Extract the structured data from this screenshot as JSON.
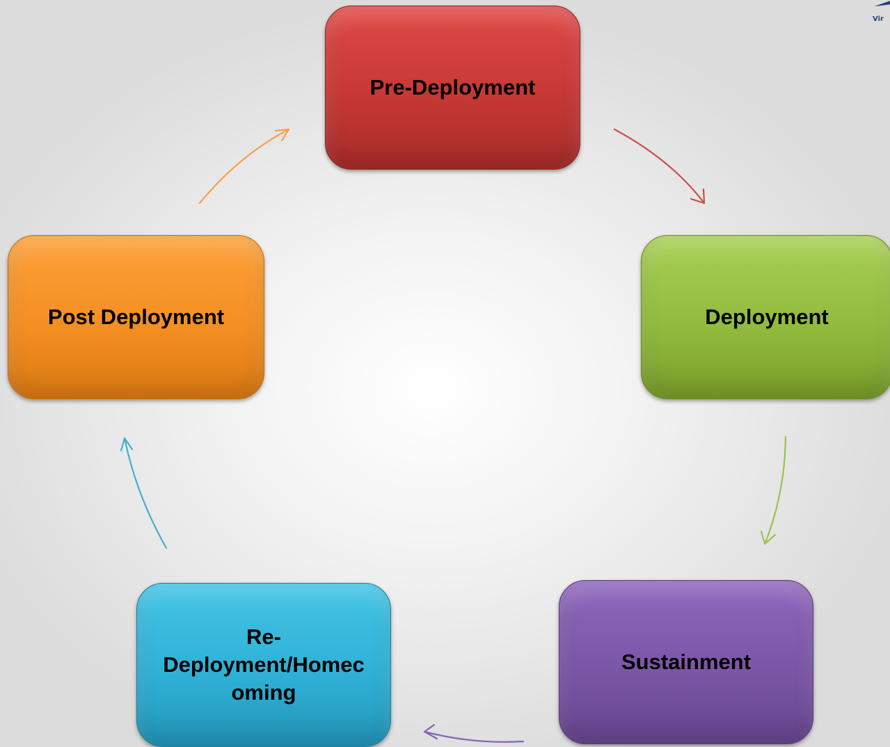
{
  "stages": {
    "pre_deployment": "Pre-Deployment",
    "deployment": "Deployment",
    "sustainment": "Sustainment",
    "redeployment_line1": "Re-",
    "redeployment_line2": "Deployment/Homec",
    "redeployment_line3": "oming",
    "post_deployment": "Post Deployment"
  },
  "logo": {
    "text": "Vir"
  },
  "colors": {
    "pre_deployment": "#c73834",
    "deployment": "#92bb3d",
    "sustainment": "#7b56a6",
    "redeployment": "#2fb1d6",
    "post_deployment": "#f48f22",
    "arrow_pre_to_deploy": "#c9504a",
    "arrow_deploy_to_sustain": "#9cc14f",
    "arrow_sustain_to_redeploy": "#8465b0",
    "arrow_redeploy_to_post": "#4aaccc",
    "arrow_post_to_pre": "#f7a04a"
  }
}
